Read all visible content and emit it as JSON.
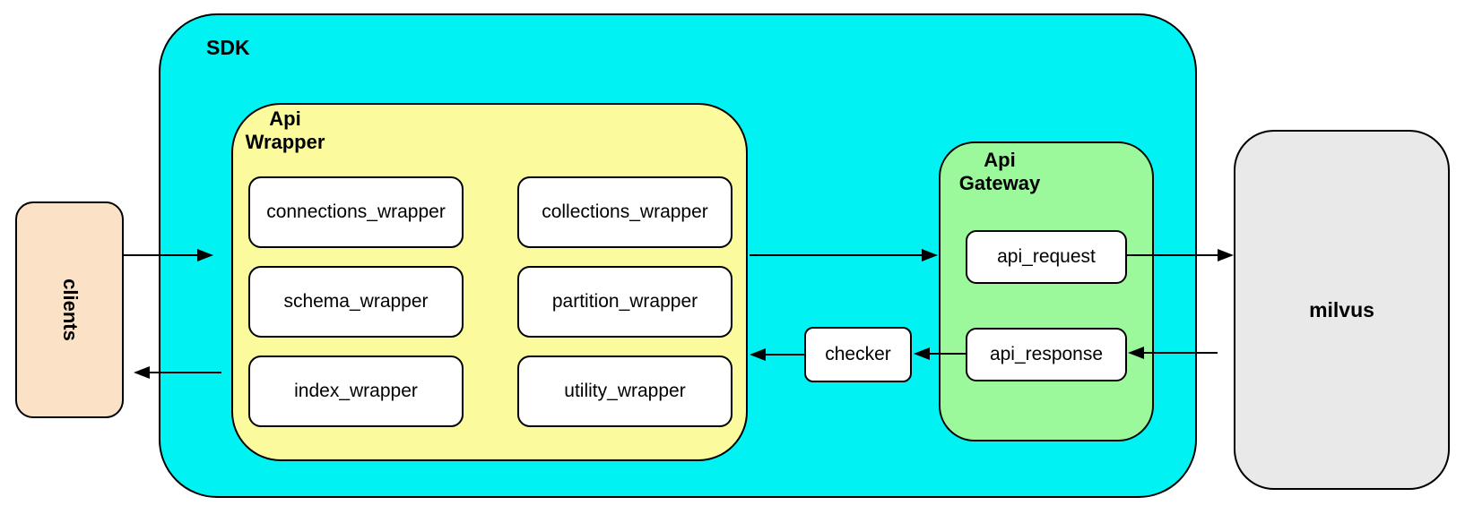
{
  "diagram": {
    "clients": {
      "label": "clients"
    },
    "sdk": {
      "label": "SDK"
    },
    "api_wrapper": {
      "label": "Api Wrapper",
      "modules": [
        "connections_wrapper",
        "collections_wrapper",
        "schema_wrapper",
        "partition_wrapper",
        "index_wrapper",
        "utility_wrapper"
      ]
    },
    "checker": {
      "label": "checker"
    },
    "api_gateway": {
      "label": "Api Gateway",
      "modules": [
        "api_request",
        "api_response"
      ]
    },
    "milvus": {
      "label": "milvus"
    }
  },
  "colors": {
    "sdk_fill": "#00F2F2",
    "api_wrapper_fill": "#FBFB9E",
    "api_gateway_fill": "#9BF89B",
    "clients_fill": "#FBE2C7",
    "milvus_fill": "#E9E9E9",
    "module_fill": "#FFFFFF",
    "border": "#000000",
    "arrow": "#000000"
  }
}
